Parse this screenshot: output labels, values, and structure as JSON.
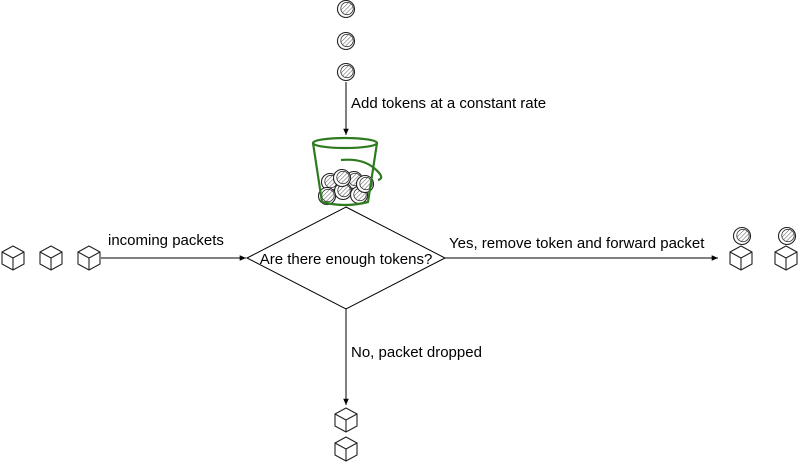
{
  "diagram": {
    "labels": {
      "add_tokens": "Add tokens at a constant rate",
      "incoming_packets": "incoming packets",
      "decision": "Are there enough tokens?",
      "yes_branch": "Yes, remove token and forward packet",
      "no_branch": "No, packet dropped"
    },
    "icons": {
      "token": "coin-icon",
      "packet": "cube-icon",
      "bucket": "bucket-icon"
    },
    "colors": {
      "stroke": "#000000",
      "bucket": "#2d7a1f",
      "background": "#ffffff"
    }
  }
}
